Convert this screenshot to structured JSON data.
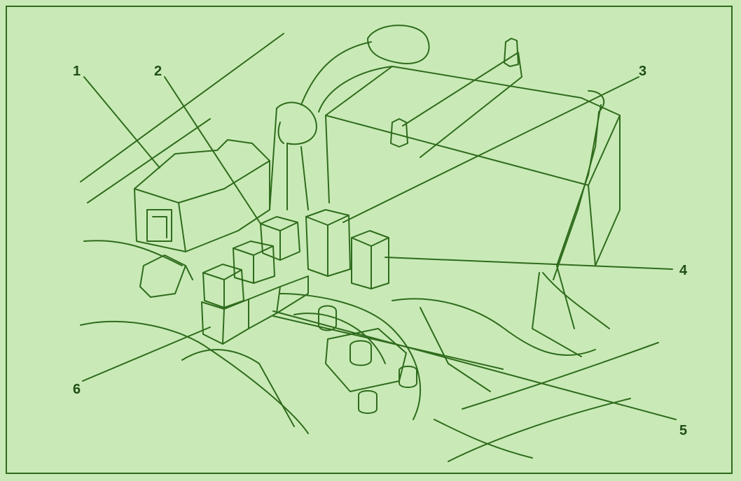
{
  "diagram": {
    "callouts": [
      {
        "id": "1",
        "label": "1"
      },
      {
        "id": "2",
        "label": "2"
      },
      {
        "id": "3",
        "label": "3"
      },
      {
        "id": "4",
        "label": "4"
      },
      {
        "id": "5",
        "label": "5"
      },
      {
        "id": "6",
        "label": "6"
      }
    ],
    "colors": {
      "background": "#c9eab6",
      "line": "#2f6b1d",
      "text": "#1f4f14"
    }
  }
}
